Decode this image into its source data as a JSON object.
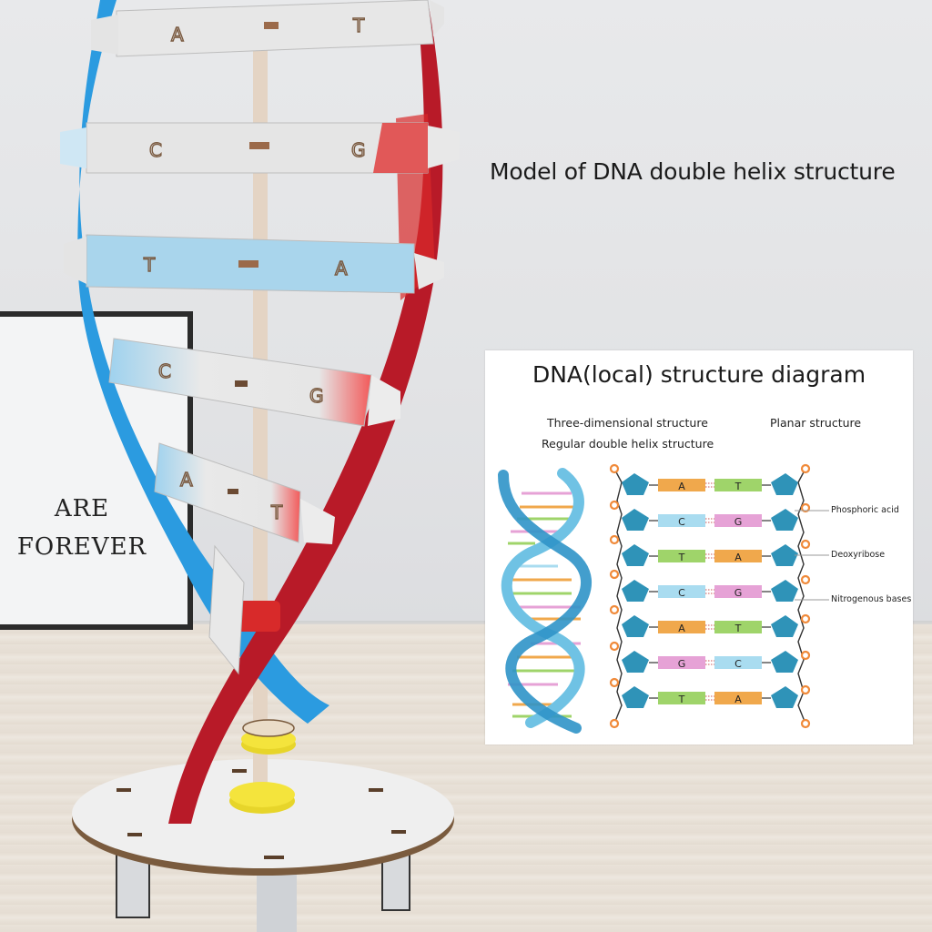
{
  "heading": "Model of DNA double helix structure",
  "poster": {
    "line1": "ARE",
    "line2": "FOREVER"
  },
  "model": {
    "rungs": [
      {
        "left": "A",
        "right": "T"
      },
      {
        "left": "C",
        "right": "G"
      },
      {
        "left": "T",
        "right": "A"
      },
      {
        "left": "C",
        "right": "G"
      },
      {
        "left": "A",
        "right": "T"
      }
    ],
    "colors": {
      "strand_left": "#2b9be0",
      "strand_right": "#c81c2a",
      "rung": "#e8e8e8",
      "spacer": "#f3e33a",
      "base": "#f1f1f1"
    }
  },
  "diagram": {
    "title": "DNA(local) structure diagram",
    "subtitle_3d": "Three-dimensional structure",
    "subtitle_regular": "Regular double helix structure",
    "subtitle_planar": "Planar structure",
    "labels": {
      "phosphoric_acid": "Phosphoric acid",
      "deoxyribose": "Deoxyribose",
      "nitrogenous_bases": "Nitrogenous bases"
    },
    "base_pairs": [
      {
        "left": "A",
        "right": "T"
      },
      {
        "left": "C",
        "right": "G"
      },
      {
        "left": "T",
        "right": "A"
      },
      {
        "left": "C",
        "right": "G"
      },
      {
        "left": "A",
        "right": "T"
      },
      {
        "left": "G",
        "right": "C"
      },
      {
        "left": "T",
        "right": "A"
      }
    ],
    "base_colors": {
      "A": "#f0a84c",
      "T": "#9fd46a",
      "C": "#a9dcf0",
      "G": "#e6a2d6"
    },
    "sugar_color": "#2f93b8",
    "phosphate_color": "#f08a3a"
  }
}
